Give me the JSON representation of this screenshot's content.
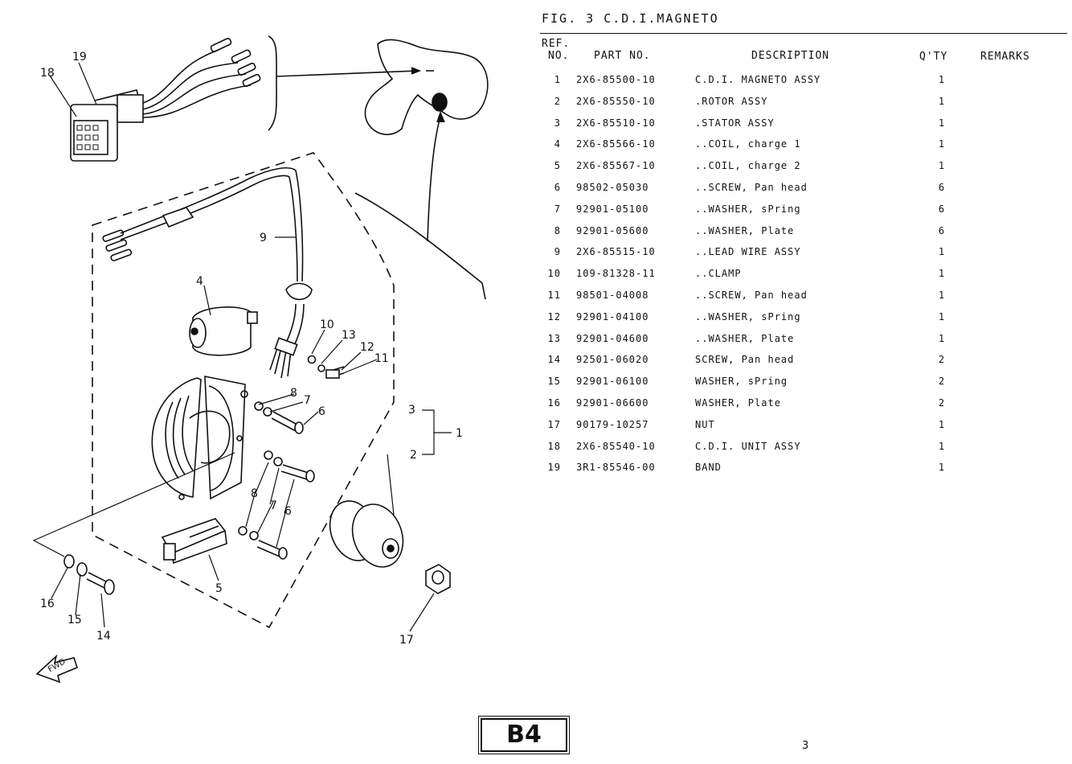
{
  "figure": {
    "title": "FIG. 3 C.D.I.MAGNETO"
  },
  "table": {
    "headers": {
      "ref_line1": "REF.",
      "ref_line2": "NO.",
      "part_no": "PART NO.",
      "description": "DESCRIPTION",
      "qty": "Q'TY",
      "remarks": "REMARKS"
    },
    "rows": [
      {
        "ref": "1",
        "part": "2X6-85500-10",
        "desc": "C.D.I. MAGNETO ASSY",
        "qty": "1"
      },
      {
        "ref": "2",
        "part": "2X6-85550-10",
        "desc": ".ROTOR ASSY",
        "qty": "1"
      },
      {
        "ref": "3",
        "part": "2X6-85510-10",
        "desc": ".STATOR ASSY",
        "qty": "1"
      },
      {
        "ref": "4",
        "part": "2X6-85566-10",
        "desc": "..COIL, charge 1",
        "qty": "1"
      },
      {
        "ref": "5",
        "part": "2X6-85567-10",
        "desc": "..COIL, charge 2",
        "qty": "1"
      },
      {
        "ref": "6",
        "part": "98502-05030",
        "desc": "..SCREW, Pan head",
        "qty": "6"
      },
      {
        "ref": "7",
        "part": "92901-05100",
        "desc": "..WASHER, sPring",
        "qty": "6"
      },
      {
        "ref": "8",
        "part": "92901-05600",
        "desc": "..WASHER, Plate",
        "qty": "6"
      },
      {
        "ref": "9",
        "part": "2X6-85515-10",
        "desc": "..LEAD WIRE ASSY",
        "qty": "1"
      },
      {
        "ref": "10",
        "part": "109-81328-11",
        "desc": "..CLAMP",
        "qty": "1"
      },
      {
        "ref": "11",
        "part": "98501-04008",
        "desc": "..SCREW, Pan head",
        "qty": "1"
      },
      {
        "ref": "12",
        "part": "92901-04100",
        "desc": "..WASHER, sPring",
        "qty": "1"
      },
      {
        "ref": "13",
        "part": "92901-04600",
        "desc": "..WASHER, Plate",
        "qty": "1"
      },
      {
        "ref": "14",
        "part": "92501-06020",
        "desc": "SCREW, Pan head",
        "qty": "2"
      },
      {
        "ref": "15",
        "part": "92901-06100",
        "desc": "WASHER, sPring",
        "qty": "2"
      },
      {
        "ref": "16",
        "part": "92901-06600",
        "desc": "WASHER, Plate",
        "qty": "2"
      },
      {
        "ref": "17",
        "part": "90179-10257",
        "desc": "NUT",
        "qty": "1"
      },
      {
        "ref": "18",
        "part": "2X6-85540-10",
        "desc": "C.D.I. UNIT ASSY",
        "qty": "1"
      },
      {
        "ref": "19",
        "part": "3R1-85546-00",
        "desc": "BAND",
        "qty": "1"
      }
    ]
  },
  "diagram": {
    "callouts": [
      "19",
      "18",
      "9",
      "4",
      "10",
      "13",
      "12",
      "11",
      "8",
      "7",
      "6",
      "3",
      "1",
      "2",
      "8",
      "7",
      "6",
      "5",
      "16",
      "15",
      "14",
      "17"
    ],
    "fwd_label": "FWD"
  },
  "footer": {
    "badge": "B4",
    "page_number": "3"
  }
}
